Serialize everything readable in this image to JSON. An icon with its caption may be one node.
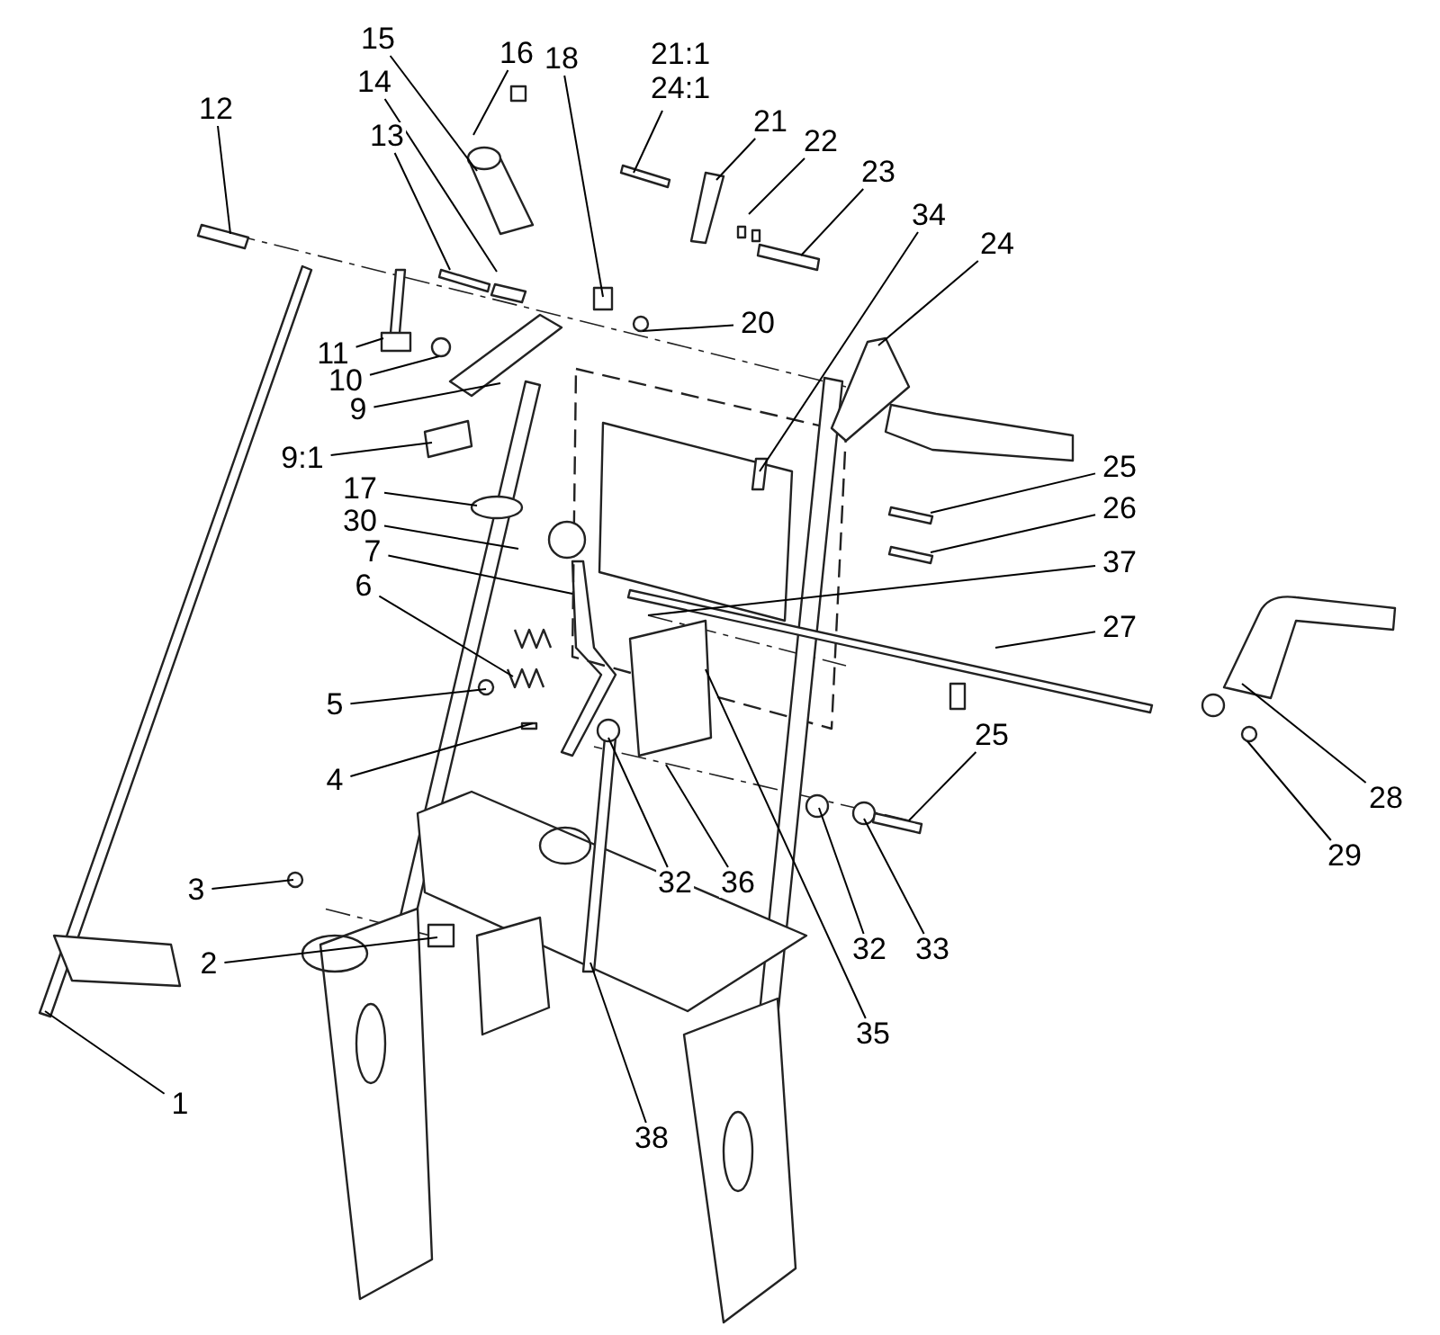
{
  "diagram": {
    "nodes": [
      {
        "text": [
          "15"
        ]
      },
      {
        "text": [
          "16"
        ]
      },
      {
        "text": [
          "18"
        ]
      },
      {
        "text": [
          "21:1",
          "24:1"
        ]
      },
      {
        "text": [
          "14"
        ]
      },
      {
        "text": [
          "12"
        ]
      },
      {
        "text": [
          "21"
        ]
      },
      {
        "text": [
          "13"
        ]
      },
      {
        "text": [
          "22"
        ]
      },
      {
        "text": [
          "23"
        ]
      },
      {
        "text": [
          "34"
        ]
      },
      {
        "text": [
          "24"
        ]
      },
      {
        "text": [
          "20"
        ]
      },
      {
        "text": [
          "11"
        ]
      },
      {
        "text": [
          "10"
        ]
      },
      {
        "text": [
          "9"
        ]
      },
      {
        "text": [
          "9:1"
        ]
      },
      {
        "text": [
          "25"
        ]
      },
      {
        "text": [
          "17"
        ]
      },
      {
        "text": [
          "26"
        ]
      },
      {
        "text": [
          "30"
        ]
      },
      {
        "text": [
          "7"
        ]
      },
      {
        "text": [
          "37"
        ]
      },
      {
        "text": [
          "6"
        ]
      },
      {
        "text": [
          "27"
        ]
      },
      {
        "text": [
          "5"
        ]
      },
      {
        "text": [
          "25"
        ]
      },
      {
        "text": [
          "4"
        ]
      },
      {
        "text": [
          "28"
        ]
      },
      {
        "text": [
          "29"
        ]
      },
      {
        "text": [
          "32"
        ]
      },
      {
        "text": [
          "36"
        ]
      },
      {
        "text": [
          "3"
        ]
      },
      {
        "text": [
          "32"
        ]
      },
      {
        "text": [
          "33"
        ]
      },
      {
        "text": [
          "2"
        ]
      },
      {
        "text": [
          "35"
        ]
      },
      {
        "text": [
          "1"
        ]
      },
      {
        "text": [
          "38"
        ]
      }
    ],
    "edges": [
      {
        "from": 0,
        "to": null,
        "arrow": "none"
      },
      {
        "from": 1,
        "to": null,
        "arrow": "none"
      },
      {
        "from": 2,
        "to": null,
        "arrow": "none"
      },
      {
        "from": 3,
        "to": null,
        "arrow": "none"
      },
      {
        "from": 4,
        "to": null,
        "arrow": "none"
      },
      {
        "from": 5,
        "to": null,
        "arrow": "none"
      },
      {
        "from": 6,
        "to": null,
        "arrow": "none"
      },
      {
        "from": 7,
        "to": null,
        "arrow": "none"
      },
      {
        "from": 8,
        "to": null,
        "arrow": "none"
      },
      {
        "from": 9,
        "to": null,
        "arrow": "none"
      },
      {
        "from": 10,
        "to": null,
        "arrow": "none"
      },
      {
        "from": 11,
        "to": null,
        "arrow": "none"
      },
      {
        "from": 12,
        "to": null,
        "arrow": "none"
      },
      {
        "from": 13,
        "to": null,
        "arrow": "none"
      },
      {
        "from": 14,
        "to": null,
        "arrow": "none"
      },
      {
        "from": 15,
        "to": null,
        "arrow": "none"
      },
      {
        "from": 16,
        "to": null,
        "arrow": "none"
      },
      {
        "from": 17,
        "to": null,
        "arrow": "none"
      },
      {
        "from": 18,
        "to": null,
        "arrow": "none"
      },
      {
        "from": 19,
        "to": null,
        "arrow": "none"
      },
      {
        "from": 20,
        "to": null,
        "arrow": "none"
      },
      {
        "from": 21,
        "to": null,
        "arrow": "none"
      },
      {
        "from": 22,
        "to": null,
        "arrow": "none"
      },
      {
        "from": 23,
        "to": null,
        "arrow": "none"
      },
      {
        "from": 24,
        "to": null,
        "arrow": "none"
      },
      {
        "from": 25,
        "to": null,
        "arrow": "none"
      },
      {
        "from": 26,
        "to": null,
        "arrow": "none"
      },
      {
        "from": 27,
        "to": null,
        "arrow": "none"
      },
      {
        "from": 28,
        "to": null,
        "arrow": "none"
      },
      {
        "from": 29,
        "to": null,
        "arrow": "none"
      },
      {
        "from": 30,
        "to": null,
        "arrow": "none"
      },
      {
        "from": 31,
        "to": null,
        "arrow": "none"
      },
      {
        "from": 32,
        "to": null,
        "arrow": "none"
      },
      {
        "from": 33,
        "to": null,
        "arrow": "none"
      },
      {
        "from": 34,
        "to": null,
        "arrow": "none"
      },
      {
        "from": 35,
        "to": null,
        "arrow": "none"
      },
      {
        "from": 36,
        "to": null,
        "arrow": "none"
      },
      {
        "from": 37,
        "to": null,
        "arrow": "none"
      },
      {
        "from": 38,
        "to": null,
        "arrow": "none"
      }
    ]
  }
}
